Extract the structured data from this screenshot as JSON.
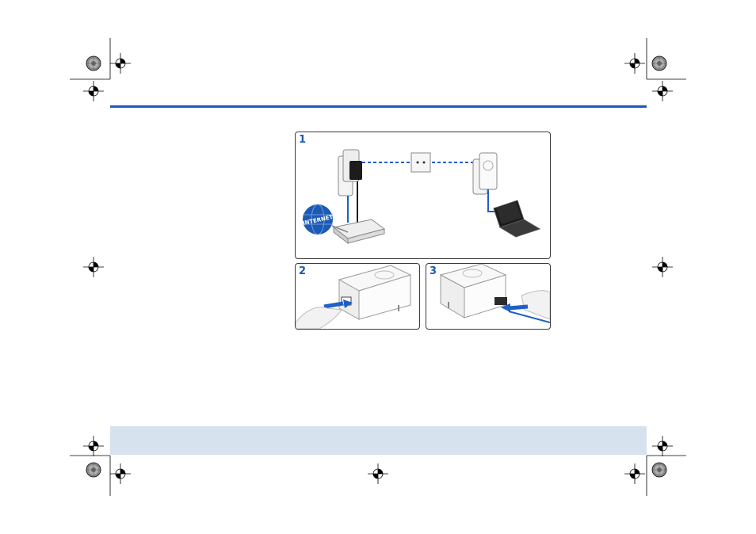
{
  "figure": {
    "panels": [
      {
        "number": "1"
      },
      {
        "number": "2"
      },
      {
        "number": "3"
      }
    ],
    "internet_globe_label": "INTERNET"
  },
  "colors": {
    "accent_blue": "#1c5ab4",
    "footer_band": "#d6e2ee",
    "cable_blue": "#1f5fc8"
  }
}
